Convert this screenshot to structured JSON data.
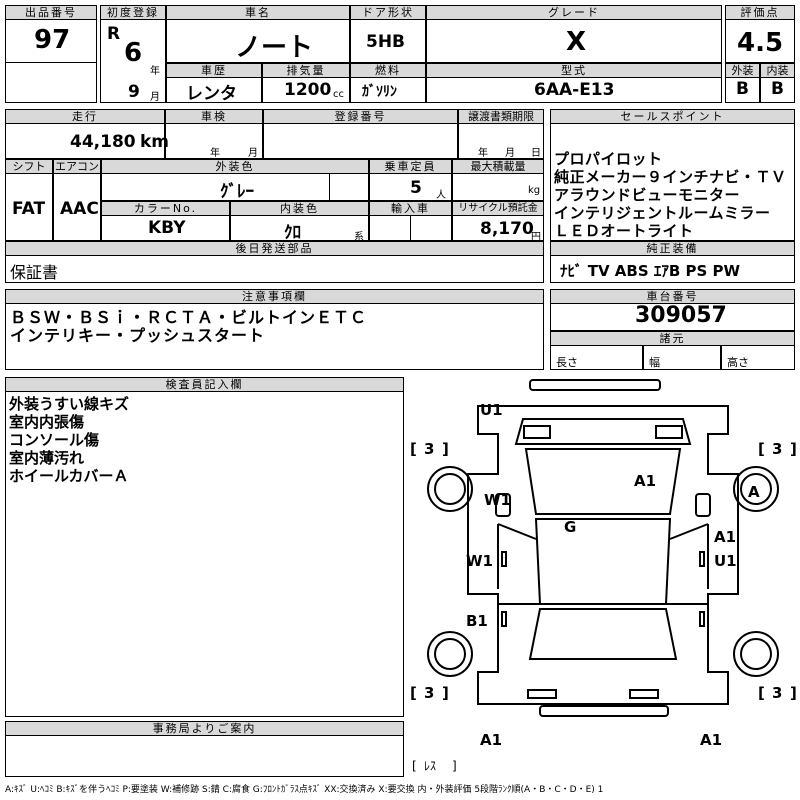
{
  "header": {
    "lot_label": "出品番号",
    "lot": "97",
    "first_reg_label": "初度登録",
    "era": "R",
    "year_num": "6",
    "year_unit": "年",
    "month_num": "9",
    "month_unit": "月",
    "car_name_label": "車名",
    "car_name": "ノート",
    "door_label": "ドア形状",
    "door": "5HB",
    "grade_label": "グレード",
    "grade": "X",
    "score_label": "評価点",
    "score": "4.5",
    "exterior_label": "外装",
    "exterior": "B",
    "interior_label": "内装",
    "interior": "B",
    "history_label": "車歴",
    "history": "レンタ",
    "displacement_label": "排気量",
    "displacement": "1200",
    "displacement_unit": "cc",
    "fuel_label": "燃料",
    "fuel": "ｶﾞｿﾘﾝ",
    "model_label": "型式",
    "model": "6AA-E13"
  },
  "row2": {
    "mileage_label": "走行",
    "mileage": "44,180",
    "mileage_unit": "km",
    "inspection_label": "車検",
    "insp_year_unit": "年",
    "insp_month_unit": "月",
    "reg_no_label": "登録番号",
    "docs_label": "譲渡書類期限",
    "docs_year_unit": "年",
    "docs_month_unit": "月",
    "docs_day_unit": "日"
  },
  "row3": {
    "shift_label": "シフト",
    "shift": "FAT",
    "ac_label": "エアコン",
    "ac": "AAC",
    "color_label": "外装色",
    "color": "ｸﾞﾚｰ",
    "capacity_label": "乗車定員",
    "capacity": "5",
    "capacity_unit": "人",
    "load_label": "最大積載量",
    "load_unit": "kg",
    "color_no_label": "カラーNo.",
    "color_no": "KBY",
    "int_color_label": "内装色",
    "int_color": "ｸﾛ",
    "int_color_suffix": "系",
    "import_label": "輸入車",
    "recycle_label": "リサイクル預託金",
    "recycle": "8,170",
    "recycle_unit": "円"
  },
  "sales_points": {
    "label": "セールスポイント",
    "lines": "プロパイロット\n純正メーカー９インチナビ・ＴＶ\nアラウンドビューモニター\nインテリジェントルームミラー\nＬＥＤオートライト"
  },
  "later_parts": {
    "label": "後日発送部品",
    "value": "保証書"
  },
  "equipment": {
    "label": "純正装備",
    "value": "ﾅﾋﾞ  TV  ABS  ｴｱB  PS  PW"
  },
  "notes": {
    "label": "注意事項欄",
    "lines": "ＢＳＷ・ＢＳｉ・ＲＣＴＡ・ビルトインＥＴＣ\nインテリキー・プッシュスタート"
  },
  "chassis": {
    "label": "車台番号",
    "value": "309057",
    "spec_label": "諸元",
    "length_label": "長さ",
    "width_label": "幅",
    "height_label": "高さ"
  },
  "inspector": {
    "label": "検査員記入欄",
    "lines": "外装うすい線キズ\n室内内張傷\nコンソール傷\n室内薄汚れ\nホイールカバーＡ"
  },
  "office": {
    "label": "事務局よりご案内"
  },
  "diagram": {
    "marks": {
      "u1_front": "U1",
      "a1_hood": "A1",
      "a_wheel": "A",
      "w1_fl": "W1",
      "g_glass": "G",
      "a1_right": "A1",
      "u1_right": "U1",
      "w1_left": "W1",
      "b1_left": "B1",
      "a1_bl": "A1",
      "a1_br": "A1",
      "res": "ﾚｽ"
    },
    "tires": {
      "fl": "3",
      "fr": "3",
      "rl": "3",
      "rr": "3"
    }
  },
  "legend": "A:ｷｽﾞ  U:ﾍｺﾐ  B:ｷｽﾞを伴うﾍｺﾐ  P:要塗装  W:補修跡  S:錆  C:腐食  G:ﾌﾛﾝﾄｶﾞﾗｽ点ｷｽﾞ  XX:交換済み  X:要交換  内・外装評価  5段階ﾗﾝｸ順(A・B・C・D・E) 1"
}
